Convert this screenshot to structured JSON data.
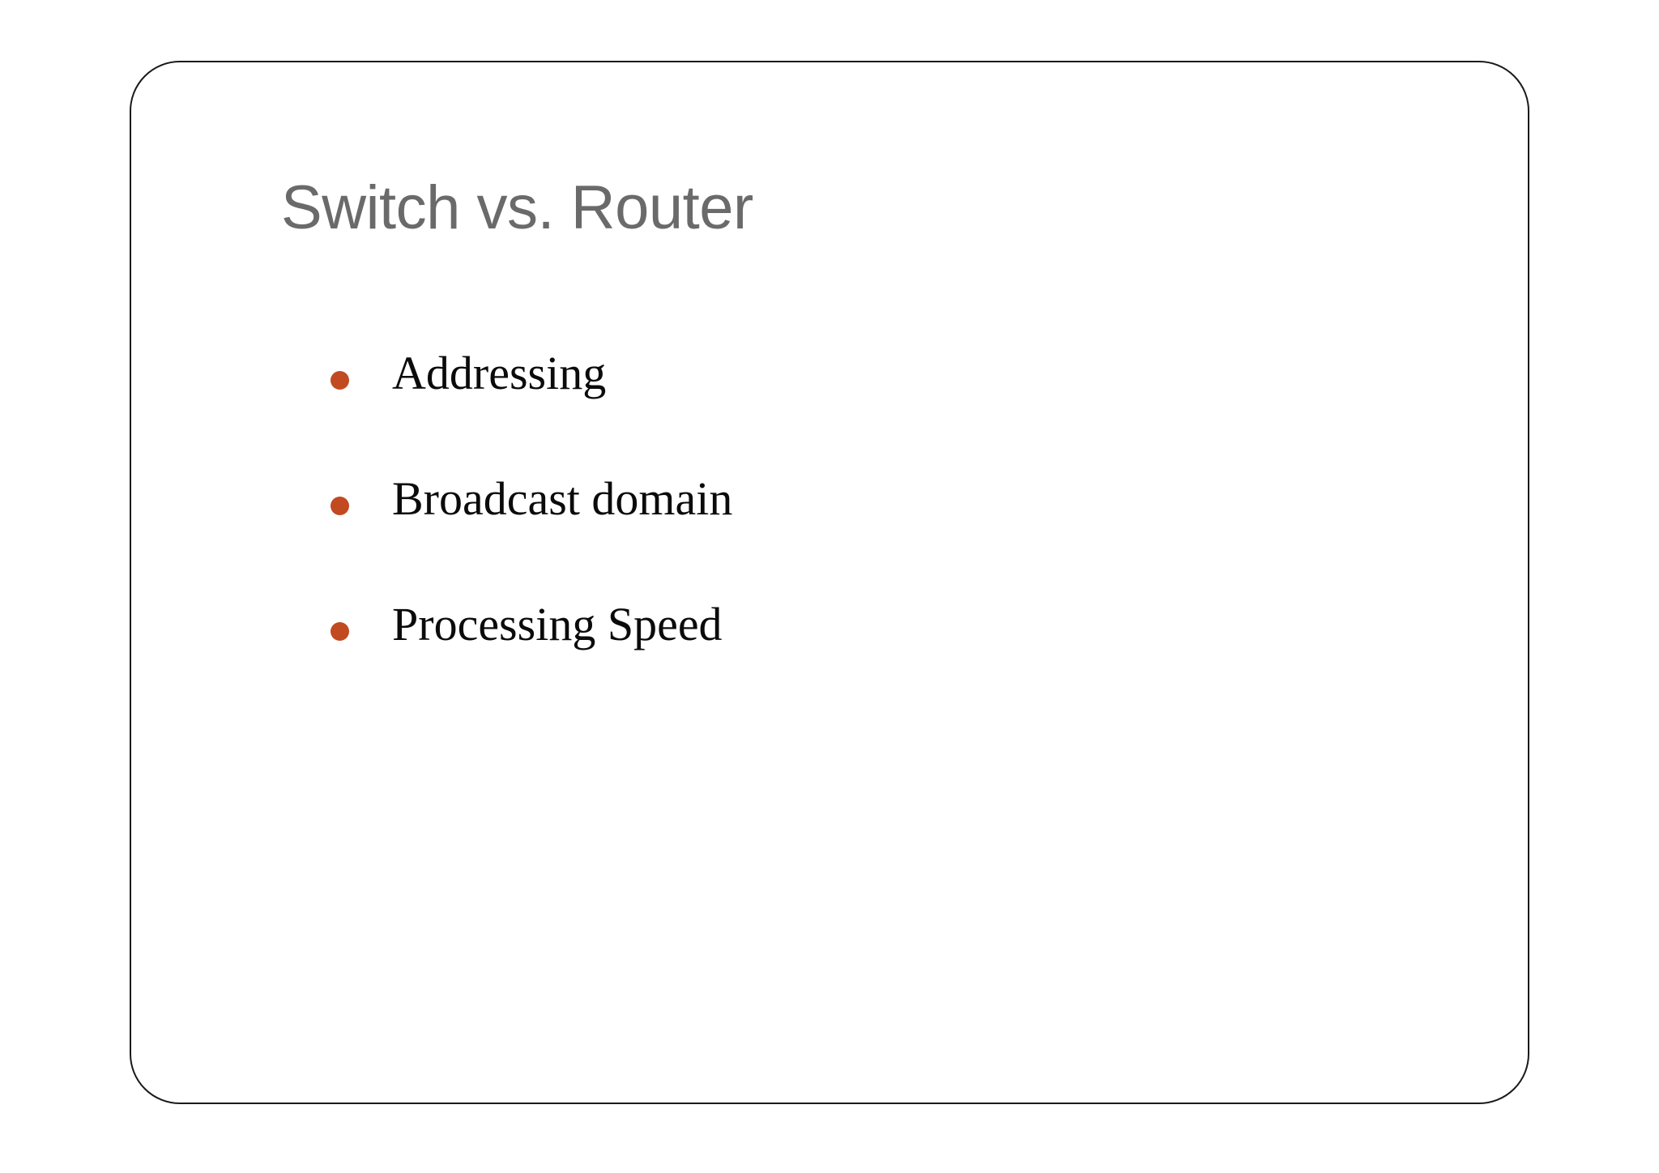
{
  "slide": {
    "title": "Switch vs. Router",
    "bullets": [
      {
        "label": "Addressing"
      },
      {
        "label": "Broadcast domain"
      },
      {
        "label": "Processing Speed"
      }
    ],
    "colors": {
      "title": "#6a6a6a",
      "bullet_marker": "#c24a20",
      "body_text": "#0b0b0b",
      "frame_border": "#1a1a1a",
      "background": "#ffffff"
    }
  }
}
